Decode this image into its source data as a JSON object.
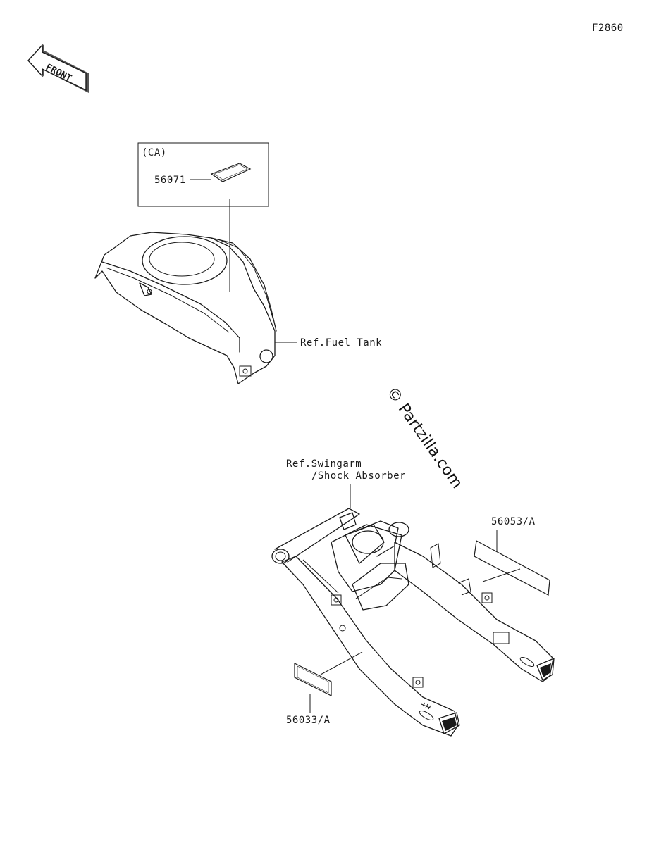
{
  "diagram_id": "F2860",
  "front_arrow": {
    "text": "FRONT",
    "icon": "front-direction-arrow-icon"
  },
  "ca_box": {
    "title": "(CA)"
  },
  "parts": {
    "p56071": "56071",
    "p56053": "56053/A",
    "p56033": "56033/A"
  },
  "refs": {
    "fuel_tank": "Ref.Fuel Tank",
    "swingarm_1": "Ref.Swingarm",
    "swingarm_2": "/Shock Absorber"
  },
  "watermark": "© Partzilla.com"
}
